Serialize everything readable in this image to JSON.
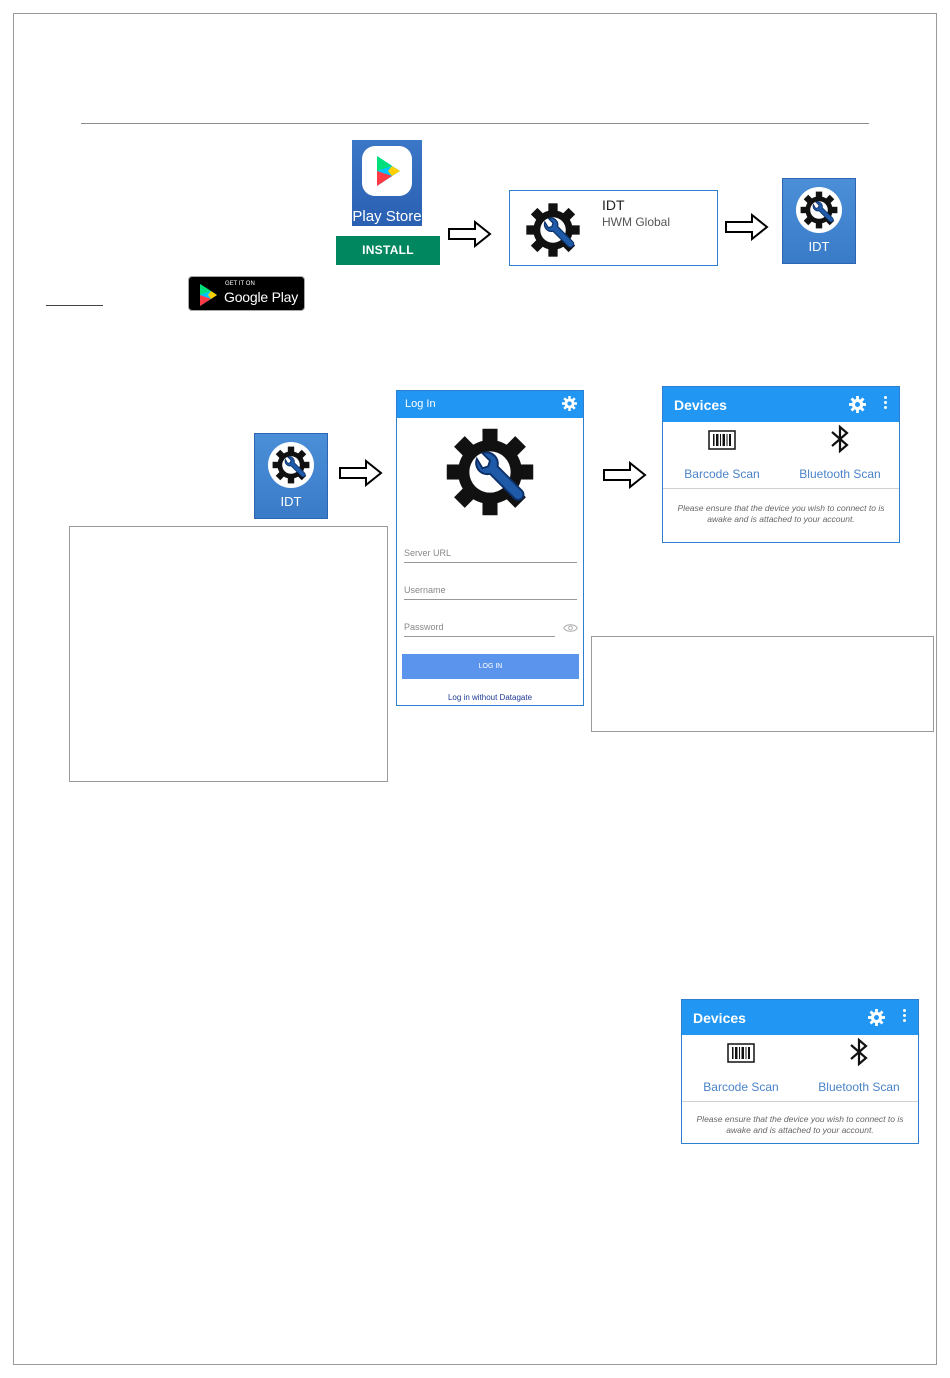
{
  "play_store": {
    "label": "Play Store",
    "install_label": "INSTALL"
  },
  "google_play_badge": {
    "line1": "GET IT ON",
    "line2": "Google Play"
  },
  "app_listing": {
    "name": "IDT",
    "developer": "HWM Global"
  },
  "idt_icon": {
    "label": "IDT"
  },
  "login_screen": {
    "title": "Log In",
    "server_url_placeholder": "Server URL",
    "username_placeholder": "Username",
    "password_placeholder": "Password",
    "login_button": "LOG IN",
    "no_datagate_link": "Log in without Datagate"
  },
  "devices_screen": {
    "title": "Devices",
    "barcode_label": "Barcode Scan",
    "bluetooth_label": "Bluetooth Scan",
    "note": "Please ensure that the device you wish to connect to is awake and is attached to your account."
  },
  "colors": {
    "app_bar": "#2196f3",
    "install_green": "#01875f",
    "link_blue": "#4a83c8"
  },
  "icons": [
    "play-store-icon",
    "google-play-icon",
    "idt-gear-wrench-icon",
    "arrow-right-icon",
    "settings-gear-icon",
    "more-vert-icon",
    "barcode-icon",
    "bluetooth-icon",
    "eye-icon"
  ]
}
